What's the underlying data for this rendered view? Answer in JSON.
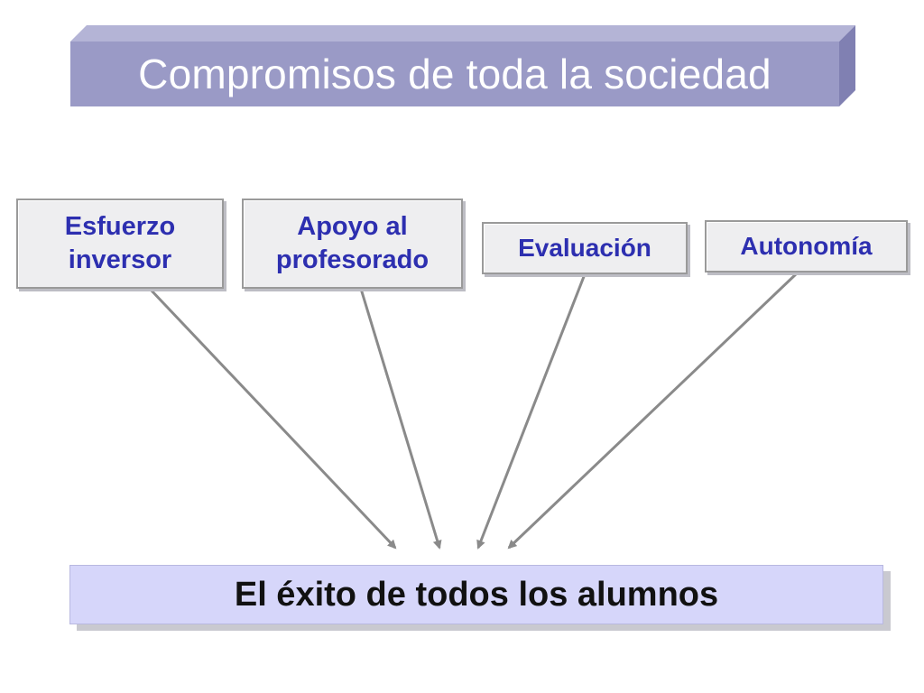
{
  "title": "Compromisos de toda la sociedad",
  "factors": [
    {
      "line1": "Esfuerzo",
      "line2": "inversor"
    },
    {
      "line1": "Apoyo al",
      "line2": "profesorado"
    },
    {
      "label": "Evaluación"
    },
    {
      "label": "Autonomía"
    }
  ],
  "result": "El éxito de todos los alumnos",
  "colors": {
    "title_banner": "#9a9ac6",
    "title_banner_dark": "#7e7eb0",
    "title_text": "#ffffff",
    "factor_text": "#2d2fb0",
    "factor_bg": "#eeeef0",
    "result_bg": "#d6d6fa",
    "arrow": "#8a8a8a"
  }
}
